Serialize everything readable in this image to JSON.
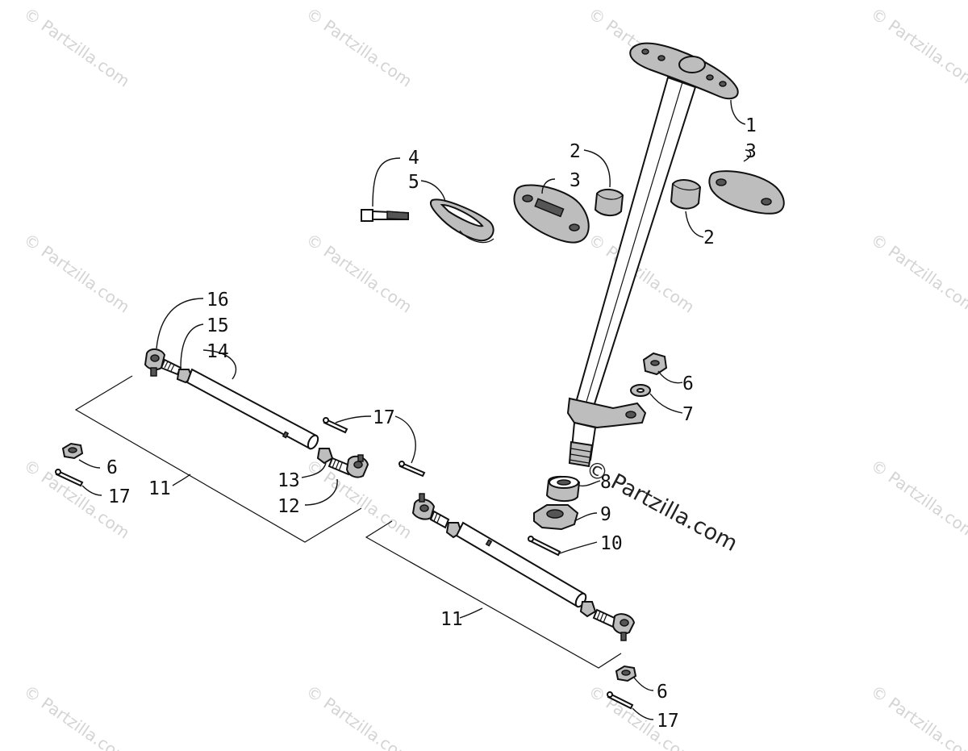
{
  "watermarks": {
    "tile_text": "© Partzilla.com",
    "center_text": "© Partzilla.com"
  },
  "labels": [
    {
      "id": "l1",
      "text": "1"
    },
    {
      "id": "l2a",
      "text": "2"
    },
    {
      "id": "l2b",
      "text": "2"
    },
    {
      "id": "l3a",
      "text": "3"
    },
    {
      "id": "l3b",
      "text": "3"
    },
    {
      "id": "l4",
      "text": "4"
    },
    {
      "id": "l5",
      "text": "5"
    },
    {
      "id": "l6a",
      "text": "6"
    },
    {
      "id": "l6b",
      "text": "6"
    },
    {
      "id": "l6c",
      "text": "6"
    },
    {
      "id": "l7",
      "text": "7"
    },
    {
      "id": "l8",
      "text": "8"
    },
    {
      "id": "l9",
      "text": "9"
    },
    {
      "id": "l10",
      "text": "10"
    },
    {
      "id": "l11a",
      "text": "11"
    },
    {
      "id": "l11b",
      "text": "11"
    },
    {
      "id": "l12",
      "text": "12"
    },
    {
      "id": "l13",
      "text": "13"
    },
    {
      "id": "l14",
      "text": "14"
    },
    {
      "id": "l15",
      "text": "15"
    },
    {
      "id": "l16",
      "text": "16"
    },
    {
      "id": "l17a",
      "text": "17"
    },
    {
      "id": "l17b",
      "text": "17"
    },
    {
      "id": "l17c",
      "text": "17"
    }
  ]
}
